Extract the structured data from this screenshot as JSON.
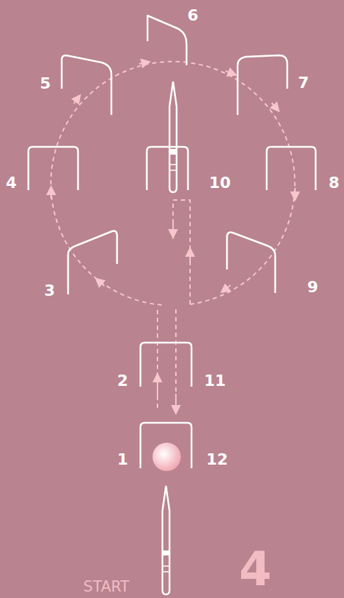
{
  "diagram": {
    "labels": [
      "6",
      "5",
      "7",
      "4",
      "10",
      "8",
      "3",
      "9",
      "2",
      "11",
      "1",
      "12",
      "START",
      "4"
    ]
  }
}
